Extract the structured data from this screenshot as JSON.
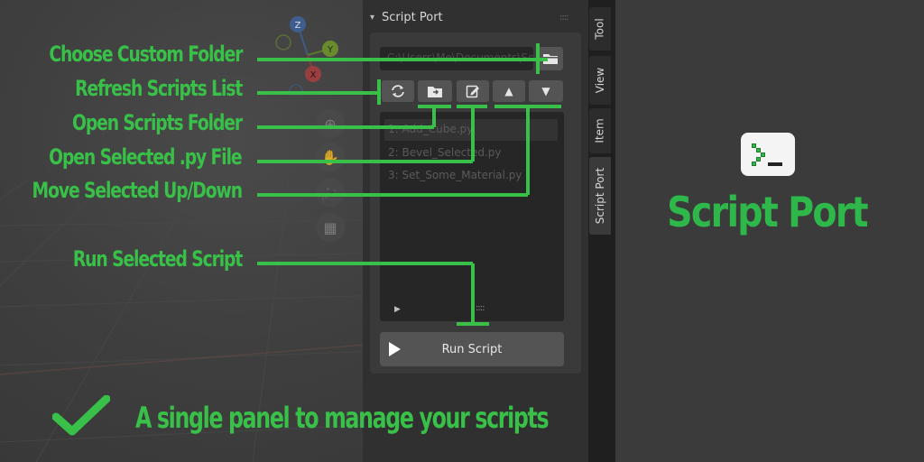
{
  "panel": {
    "title": "Script Port",
    "path_value": "C:\\Users\\Me\\Documents\\Scripts",
    "scripts": [
      "1: Add_Cube.py",
      "2: Bevel_Selected.py",
      "3: Set_Some_Material.py"
    ],
    "run_label": "Run Script"
  },
  "tabs": [
    "Tool",
    "View",
    "Item",
    "Script Port"
  ],
  "annotations": {
    "choose_folder": "Choose Custom Folder",
    "refresh": "Refresh Scripts List",
    "open_folder": "Open Scripts Folder",
    "open_file": "Open Selected .py File",
    "move": "Move Selected Up/Down",
    "run": "Run Selected Script"
  },
  "gizmo": {
    "z": "Z",
    "y": "Y",
    "x": "X"
  },
  "brand": {
    "title": "Script Port"
  },
  "tagline": "A single panel to manage your scripts",
  "colors": {
    "accent_green": "#38c048",
    "panel_bg": "#303030",
    "field_bg": "#262626"
  }
}
